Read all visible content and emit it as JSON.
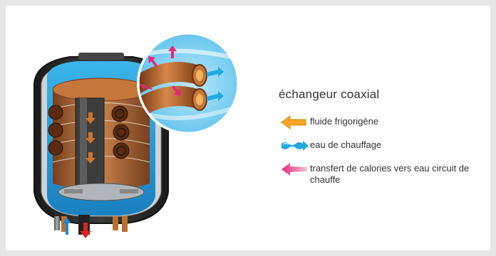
{
  "legend": {
    "title": "échangeur coaxial",
    "items": [
      {
        "icon": "orange-arrow-icon",
        "label": "fluide frigorigène",
        "color": "#f6a623"
      },
      {
        "icon": "blue-wave-arrow-icon",
        "label": "eau de chauffage",
        "color": "#22a9e0"
      },
      {
        "icon": "pink-arrow-icon",
        "label": "transfert de calories vers eau circuit de chauffe",
        "color": "#e6277a"
      }
    ]
  },
  "colors": {
    "copper": "#b5652d",
    "water": "#2aa6de",
    "tank_shell": "#2e2e2e",
    "pipe_cold": "#1e88d6",
    "pipe_hot": "#d9231f"
  }
}
